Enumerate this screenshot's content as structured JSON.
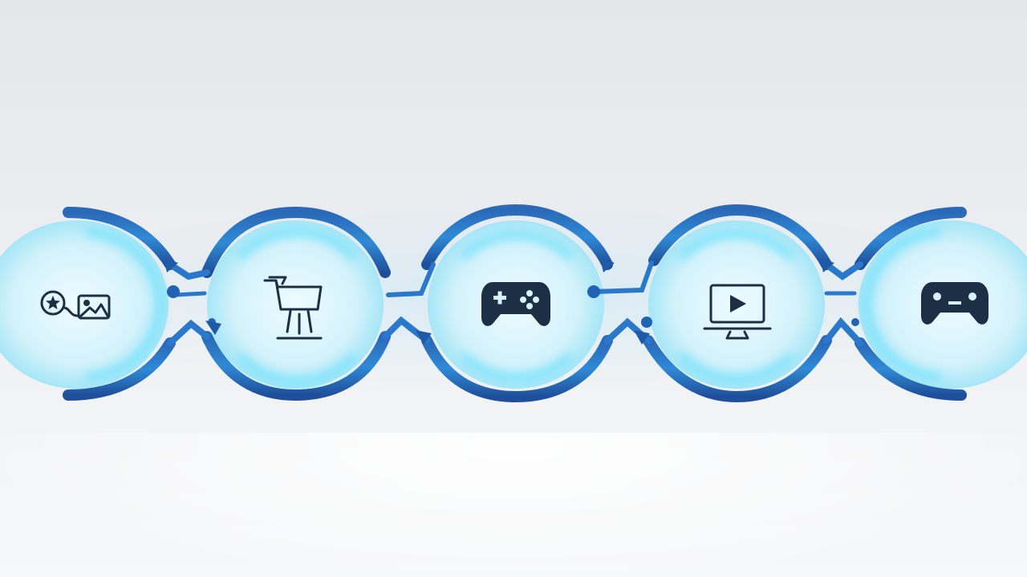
{
  "diagram": {
    "type": "circular-flow-chain",
    "colors": {
      "background": "#e9ebee",
      "ring_dark": "#1e4f9c",
      "ring_mid": "#2a7bd1",
      "glow": "#5fd8ff",
      "node_fill": "#d6f3fb",
      "icon": "#1c2f44"
    },
    "nodes": [
      {
        "name": "node-1",
        "icon": "user-star-and-image-icon"
      },
      {
        "name": "node-2",
        "icon": "shopping-cart-icon"
      },
      {
        "name": "node-3",
        "icon": "game-controller-icon"
      },
      {
        "name": "node-4",
        "icon": "tv-play-icon"
      },
      {
        "name": "node-5",
        "icon": "game-controller-icon"
      }
    ]
  }
}
